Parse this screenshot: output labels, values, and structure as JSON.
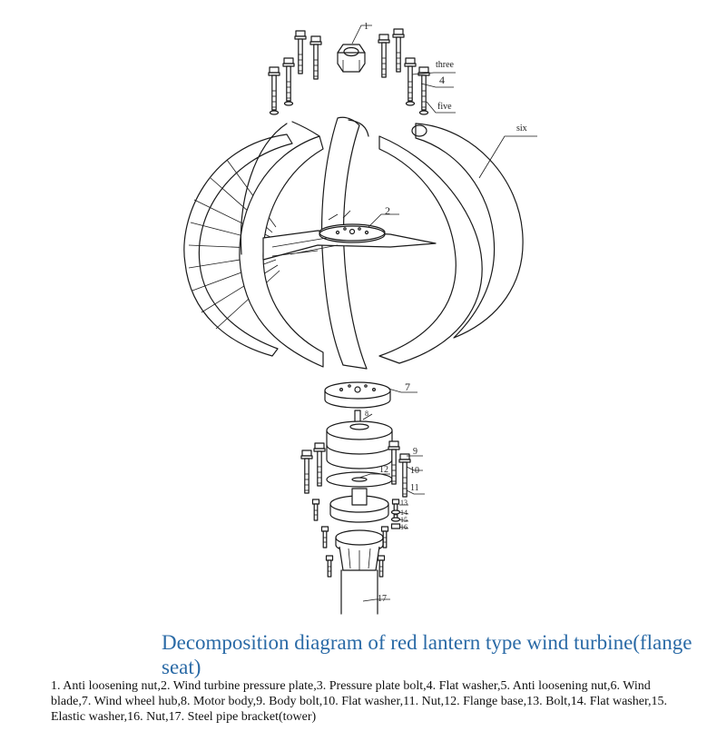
{
  "labels": {
    "l1": "1",
    "l2": "2",
    "l3": "three",
    "l4": "4",
    "l5": "five",
    "l6": "six",
    "l7": "7",
    "l8": "8",
    "l9": "9",
    "l10": "10",
    "l11": "11",
    "l12": "12",
    "l13": "13",
    "l14": "14",
    "l15": "15",
    "l16": "16",
    "l17": "17"
  },
  "caption": {
    "title": "Decomposition diagram of red lantern type wind turbine(flange seat)",
    "legend": "1. Anti loosening nut,2. Wind turbine pressure plate,3. Pressure plate bolt,4. Flat washer,5. Anti loosening nut,6. Wind blade,7. Wind wheel hub,8. Motor body,9. Body bolt,10. Flat washer,11. Nut,12. Flange base,13. Bolt,14. Flat washer,15. Elastic washer,16. Nut,17. Steel pipe bracket(tower)"
  }
}
